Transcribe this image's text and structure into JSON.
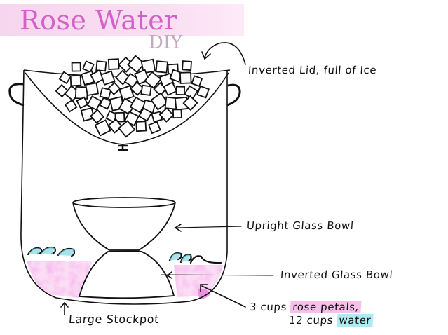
{
  "header": {
    "title": "Rose Water",
    "subtitle": "DIY"
  },
  "labels": {
    "lid": "Inverted Lid, full of Ice",
    "upright_bowl": "Upright Glass Bowl",
    "inverted_bowl": "Inverted Glass Bowl",
    "stockpot": "Large Stockpot",
    "ingredients_line1_prefix": "3 cups",
    "ingredients_line1_highlight": "rose petals,",
    "ingredients_line2_prefix": "12 cups",
    "ingredients_line2_highlight": "water"
  },
  "colors": {
    "title": "#d462c6",
    "subtitle": "#c4a9c1",
    "title_band": "#f6d3ee",
    "rose_petals": "#ee7fd8",
    "water": "#64d6e6",
    "ink": "#111111"
  }
}
